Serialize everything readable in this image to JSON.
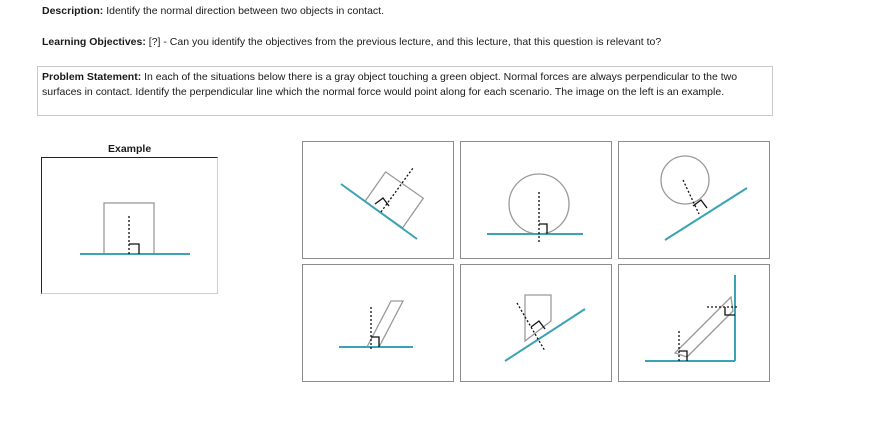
{
  "description": {
    "label": "Description:",
    "text": "Identify the normal direction between two objects in contact."
  },
  "learning_objectives": {
    "label": "Learning Objectives:",
    "text": "[?] - Can you identify the objectives from the previous lecture, and this lecture, that this question is relevant to?"
  },
  "problem_statement": {
    "label": "Problem Statement:",
    "text": "In each of the situations below there is a gray object touching a green object.  Normal forces are always perpendicular to the two surfaces in contact.  Identify the perpendicular line which the normal force would point along for each scenario.  The image on the left is an example."
  },
  "example": {
    "title": "Example"
  },
  "colors": {
    "surface": "#3aa3b4",
    "object": "#9a9a9a",
    "normal": "#111111"
  }
}
